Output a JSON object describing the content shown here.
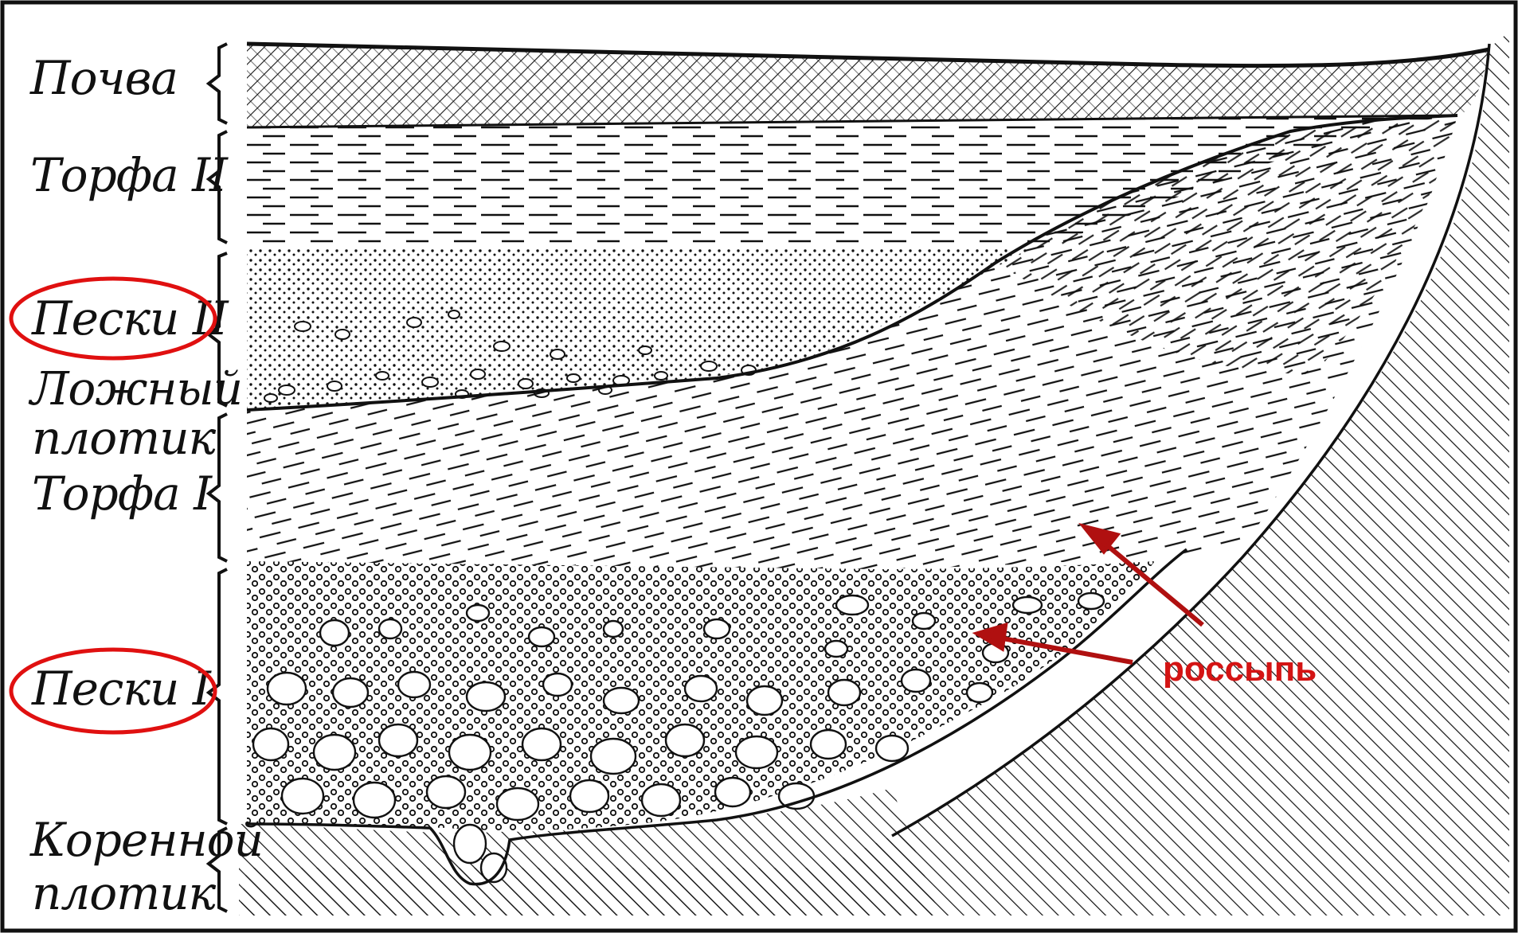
{
  "labels": {
    "pochva": "Почва",
    "torfa_2": "Торфа II",
    "peski_2": "Пески II",
    "lozhny_1": "Ложный",
    "lozhny_2": "плотик",
    "torfa_1": "Торфа I",
    "peski_1": "Пески I",
    "korennoy_1": "Коренной",
    "korennoy_2": "плотик"
  },
  "annotation": {
    "text": "россыпь"
  },
  "colors": {
    "ink": "#111111",
    "highlight": "#e01010",
    "arrow": "#b01010",
    "annotation_text": "#d41414"
  }
}
